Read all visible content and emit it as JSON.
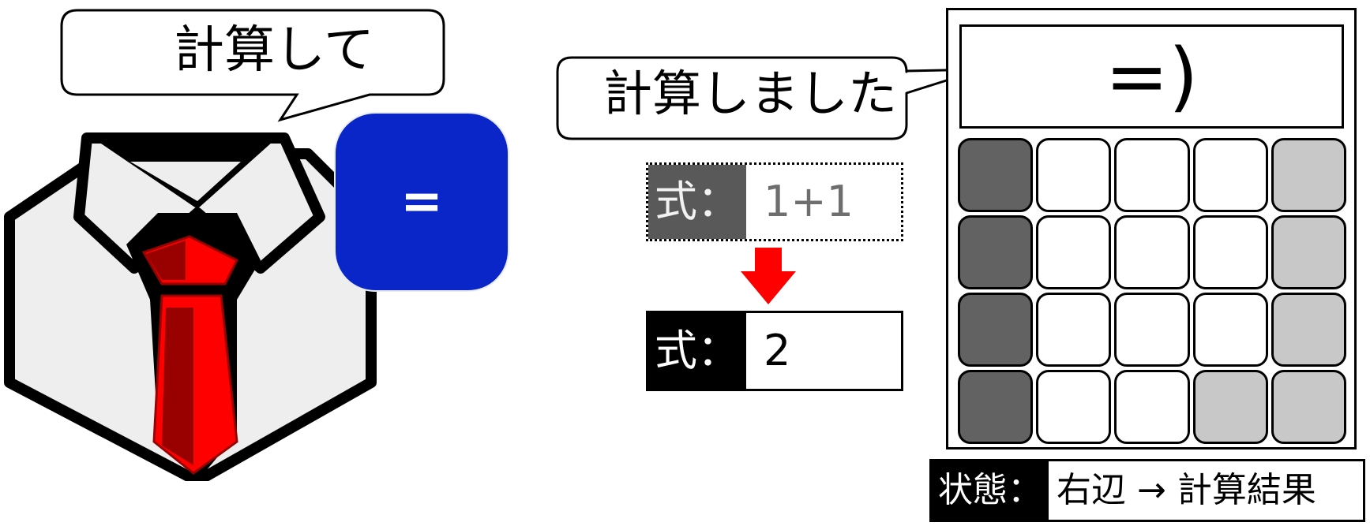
{
  "bubble_request": {
    "text": "計算して"
  },
  "equals_key": {
    "label": "=",
    "color": "#0a26c8"
  },
  "bubble_response": {
    "text": "計算しました"
  },
  "expression_before": {
    "label": "式：",
    "value": "1+1"
  },
  "expression_after": {
    "label": "式：",
    "value": "2"
  },
  "calculator": {
    "display": "=)",
    "keys": [
      "dark",
      "white",
      "white",
      "white",
      "light",
      "dark",
      "white",
      "white",
      "white",
      "light",
      "dark",
      "white",
      "white",
      "white",
      "light",
      "dark",
      "white",
      "white",
      "light",
      "light"
    ]
  },
  "status": {
    "label": "状態：",
    "value": "右辺 → 計算結果"
  },
  "colors": {
    "tie_red": "#ff0000",
    "tie_dark": "#990000",
    "shirt": "#eeeeee",
    "arrow": "#ff0000"
  },
  "icons": {
    "character": "shirt-tie-person-icon",
    "arrow": "arrow-down-icon"
  }
}
